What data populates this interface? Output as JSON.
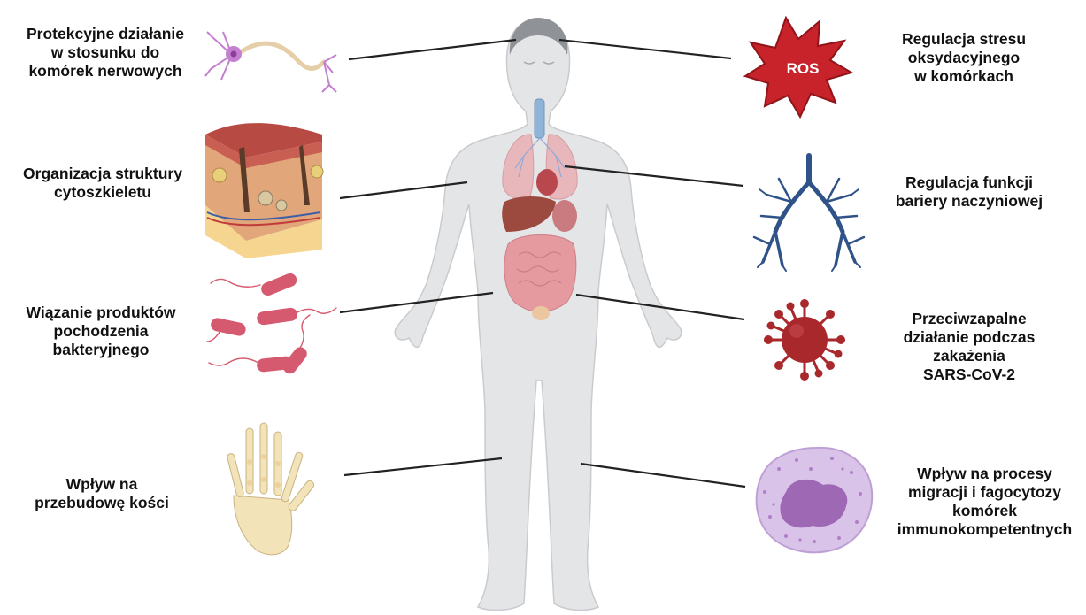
{
  "left_labels": [
    {
      "id": "nerve",
      "lines": [
        "Protekcyjne działanie",
        "w stosunku do",
        "komórek nerwowych"
      ]
    },
    {
      "id": "skin",
      "lines": [
        "Organizacja struktury",
        "cytoszkieletu"
      ]
    },
    {
      "id": "bacteria",
      "lines": [
        "Wiązanie produktów",
        "pochodzenia",
        "bakteryjnego"
      ]
    },
    {
      "id": "bone",
      "lines": [
        "Wpływ na",
        "przebudowę kości"
      ]
    }
  ],
  "right_labels": [
    {
      "id": "ros",
      "lines": [
        "Regulacja stresu",
        "oksydacyjnego",
        "w komórkach"
      ]
    },
    {
      "id": "vessel",
      "lines": [
        "Regulacja funkcji",
        "bariery naczyniowej"
      ]
    },
    {
      "id": "virus",
      "lines": [
        "Przeciwzapalne",
        "działanie podczas",
        "zakażenia",
        "SARS-CoV-2"
      ]
    },
    {
      "id": "neutrophil",
      "lines": [
        "Wpływ na procesy",
        "migracji i fagocytozy",
        "komórek",
        "immunokompetentnych"
      ]
    }
  ],
  "icons": {
    "ros_text": "ROS"
  },
  "colors": {
    "body": "#e4e5e7",
    "body_outline": "#c9cbcf",
    "ros": "#c8222a",
    "virus": "#a8282b",
    "vessel": "#2f5288",
    "neuron": "#c47fd0",
    "bacteria": "#d65a6f",
    "bone": "#f3e3b9",
    "neutrophil": "#d9c3e8",
    "nucleus": "#9e68b4"
  }
}
